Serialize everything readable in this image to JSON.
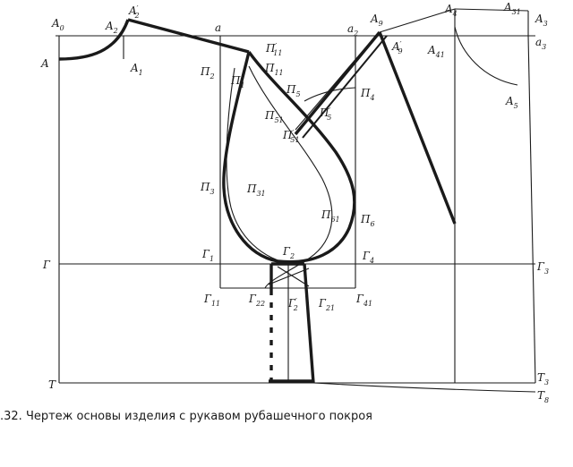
{
  "caption": ".32. Чертеж основы изделия с рукавом рубашечного покроя",
  "points": [
    {
      "key": "A0",
      "base": "A",
      "sub": "0"
    },
    {
      "key": "A2p",
      "base": "A",
      "sub": "2",
      "prime": "′"
    },
    {
      "key": "A2",
      "base": "A",
      "sub": "2"
    },
    {
      "key": "A",
      "base": "A",
      "sub": ""
    },
    {
      "key": "A1",
      "base": "A",
      "sub": "1"
    },
    {
      "key": "a",
      "base": "a",
      "sub": ""
    },
    {
      "key": "a2",
      "base": "a",
      "sub": "2"
    },
    {
      "key": "A9",
      "base": "A",
      "sub": "9"
    },
    {
      "key": "A9p",
      "base": "A",
      "sub": "9",
      "prime": "′"
    },
    {
      "key": "A4",
      "base": "A",
      "sub": "4"
    },
    {
      "key": "A31",
      "base": "A",
      "sub": "31"
    },
    {
      "key": "A3",
      "base": "A",
      "sub": "3"
    },
    {
      "key": "a3",
      "base": "a",
      "sub": "3"
    },
    {
      "key": "A41",
      "base": "A",
      "sub": "41"
    },
    {
      "key": "A5",
      "base": "A",
      "sub": "5"
    },
    {
      "key": "P11p",
      "base": "П",
      "sub": "11",
      "prime": "′"
    },
    {
      "key": "P11",
      "base": "П",
      "sub": "11"
    },
    {
      "key": "P2",
      "base": "П",
      "sub": "2"
    },
    {
      "key": "P1",
      "base": "П",
      "sub": "1"
    },
    {
      "key": "P5",
      "base": "П",
      "sub": "5"
    },
    {
      "key": "P4",
      "base": "П",
      "sub": "4"
    },
    {
      "key": "P51",
      "base": "П",
      "sub": "51"
    },
    {
      "key": "P5p",
      "base": "П",
      "sub": "5",
      "prime": "′"
    },
    {
      "key": "P51p",
      "base": "П",
      "sub": "51",
      "prime": "′"
    },
    {
      "key": "P3",
      "base": "П",
      "sub": "3"
    },
    {
      "key": "P31",
      "base": "П",
      "sub": "31"
    },
    {
      "key": "P61",
      "base": "П",
      "sub": "61"
    },
    {
      "key": "P6",
      "base": "П",
      "sub": "6"
    },
    {
      "key": "G",
      "base": "Г",
      "sub": ""
    },
    {
      "key": "G1",
      "base": "Г",
      "sub": "1"
    },
    {
      "key": "G2",
      "base": "Г",
      "sub": "2"
    },
    {
      "key": "G4",
      "base": "Г",
      "sub": "4"
    },
    {
      "key": "G3",
      "base": "Г",
      "sub": "3"
    },
    {
      "key": "G11",
      "base": "Г",
      "sub": "11"
    },
    {
      "key": "G22",
      "base": "Г",
      "sub": "22"
    },
    {
      "key": "G2p",
      "base": "Г",
      "sub": "2",
      "prime": "′"
    },
    {
      "key": "G21",
      "base": "Г",
      "sub": "21"
    },
    {
      "key": "G41",
      "base": "Г",
      "sub": "41"
    },
    {
      "key": "T",
      "base": "Т",
      "sub": ""
    },
    {
      "key": "T3",
      "base": "Т",
      "sub": "3"
    },
    {
      "key": "T8",
      "base": "Т",
      "sub": "8"
    }
  ]
}
